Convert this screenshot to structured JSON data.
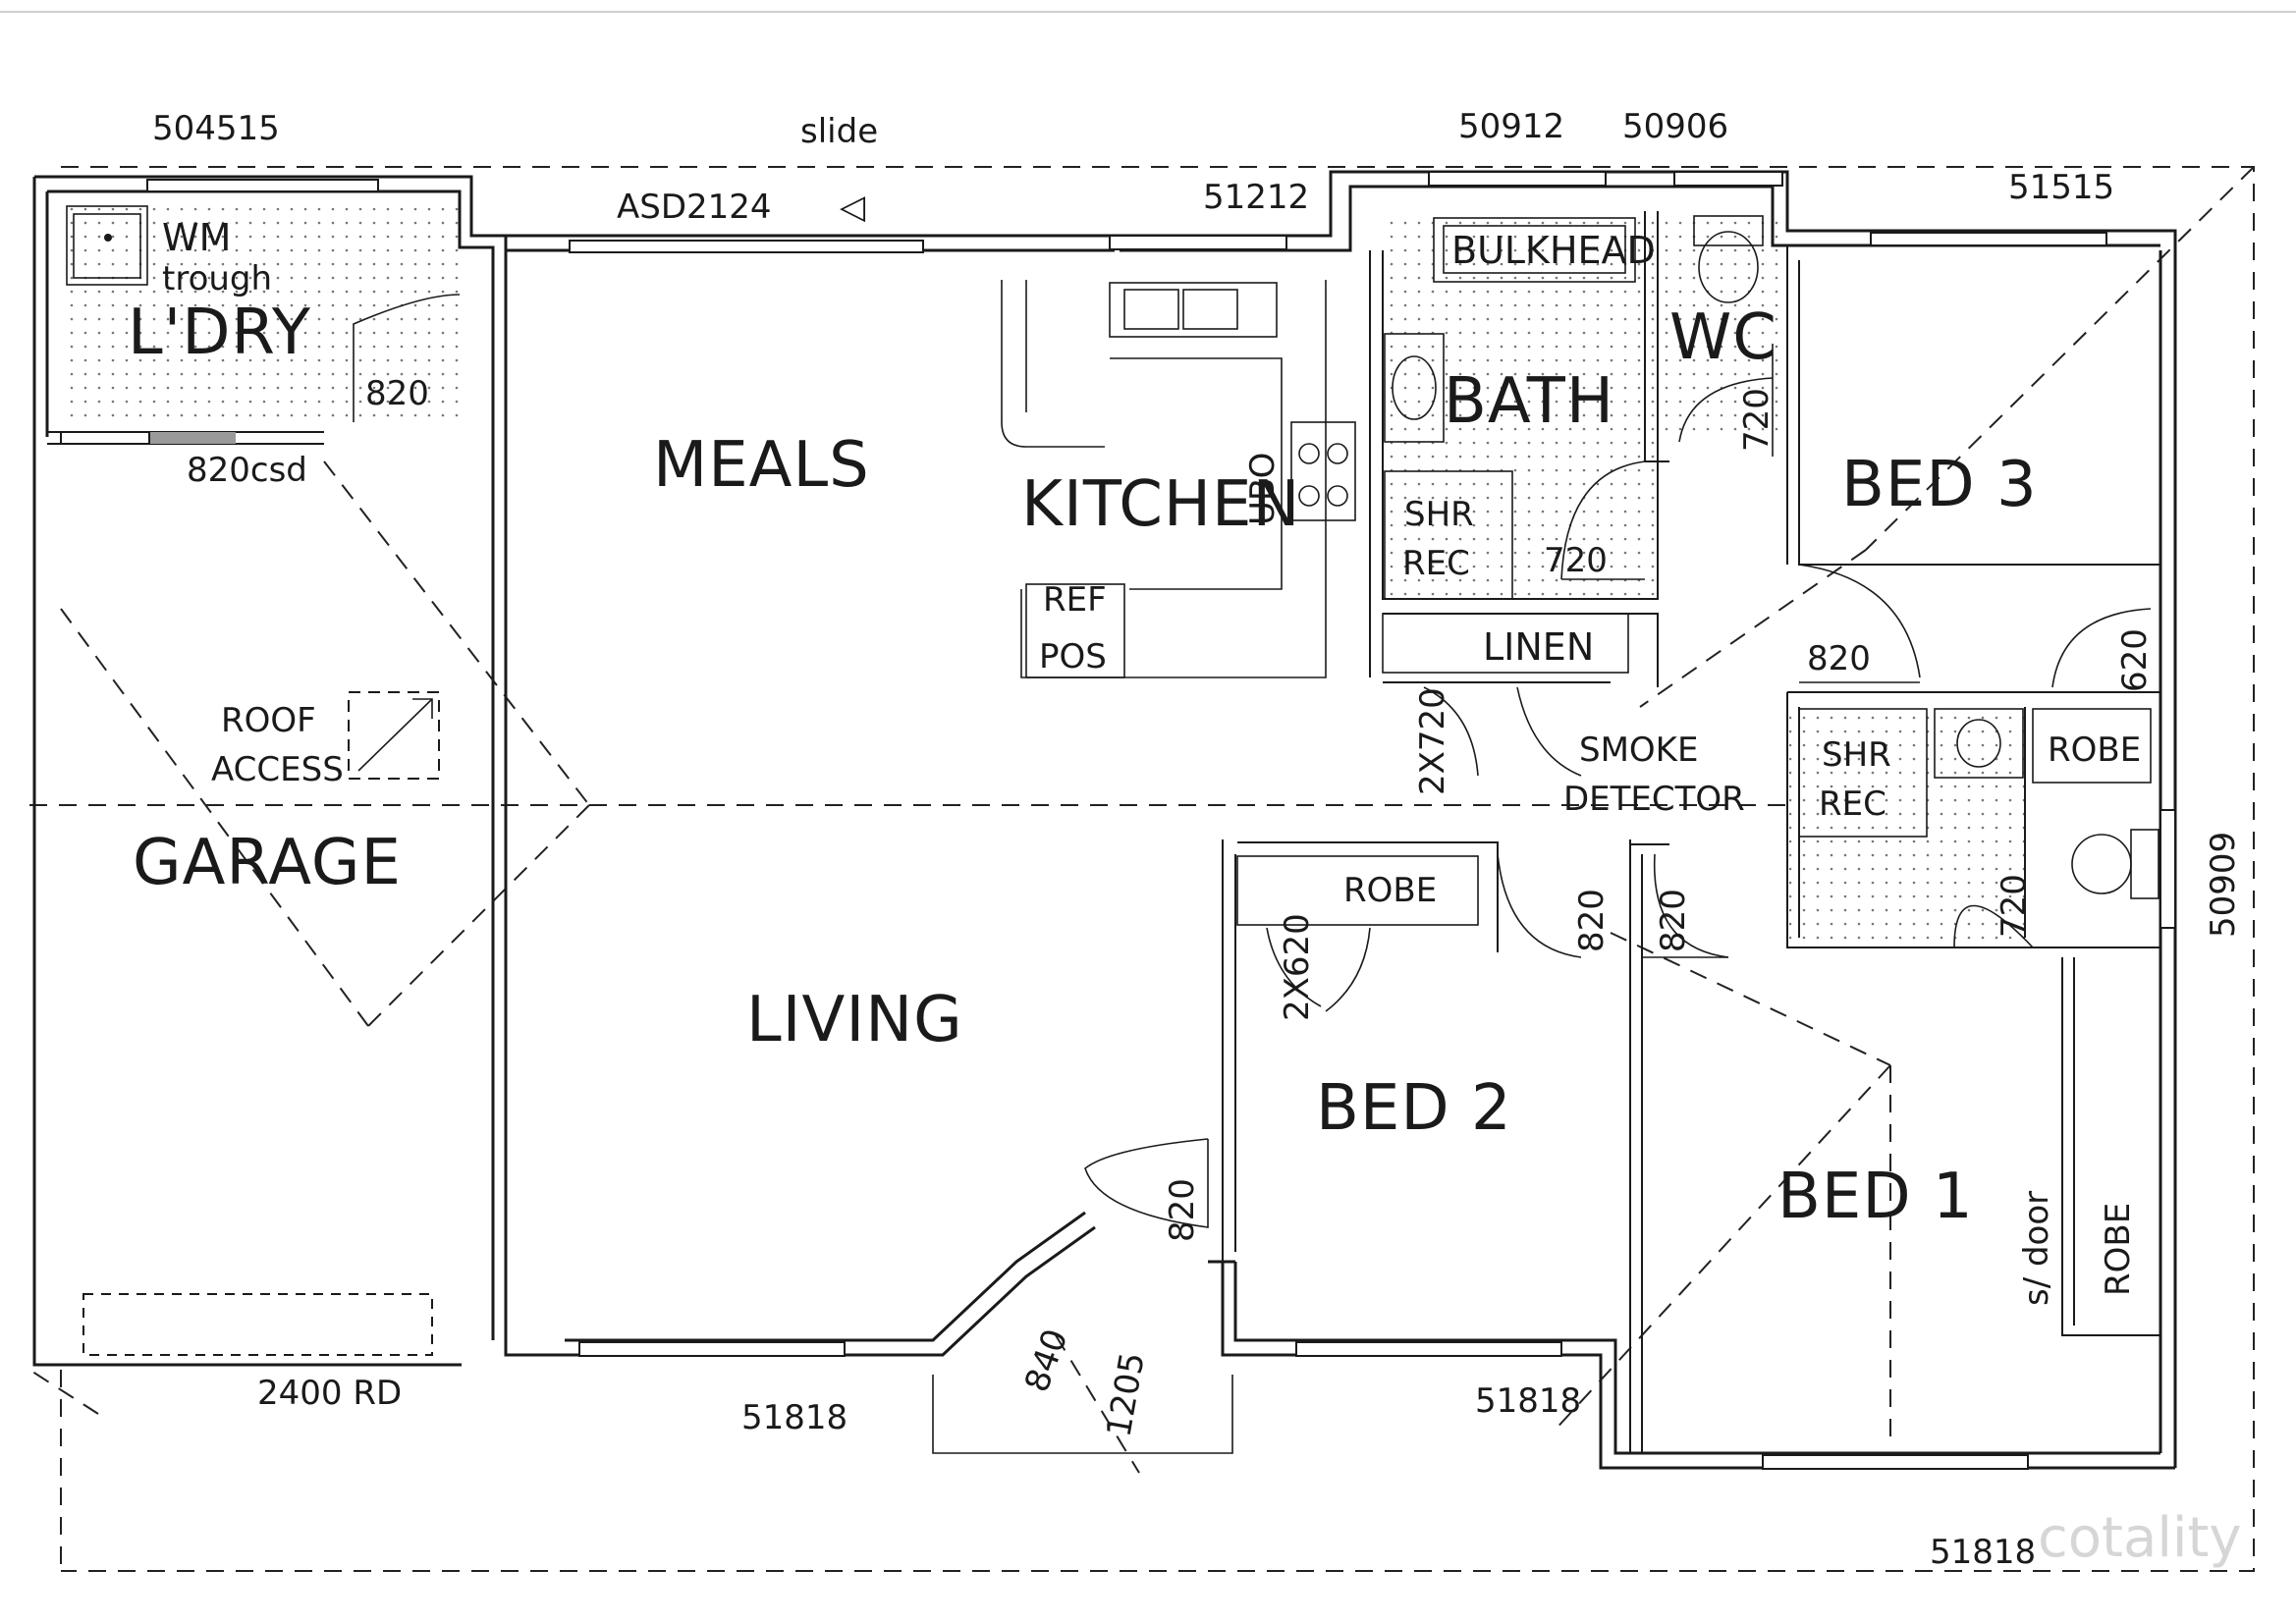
{
  "rooms": {
    "laundry": "L'DRY",
    "meals": "MEALS",
    "kitchen": "KITCHEN",
    "bath": "BATH",
    "wc": "WC",
    "bed3": "BED 3",
    "garage": "GARAGE",
    "living": "LIVING",
    "bed2": "BED 2",
    "bed1": "BED 1"
  },
  "labels": {
    "wm": "WM",
    "trough": "trough",
    "bulkhead": "BULKHEAD",
    "ubo": "UBO",
    "ref": "REF",
    "pos": "POS",
    "shr_rec": [
      "SHR",
      "REC"
    ],
    "linen": "LINEN",
    "robe": "ROBE",
    "roof_access": [
      "ROOF",
      "ACCESS"
    ],
    "smoke_detector": [
      "SMOKE",
      "DETECTOR"
    ],
    "sliding_door": "s/ door",
    "slide": "slide",
    "watermark": "cotality"
  },
  "window_codes": {
    "laundry": "504515",
    "sliding_door": "ASD2124",
    "kitchen": "51212",
    "bath_1": "50912",
    "bath_2": "50906",
    "bed3": "51515",
    "ensuite": "50909",
    "living": "51818",
    "bed2": "51818",
    "bed1": "51818"
  },
  "door_sizes": {
    "laundry": "820",
    "laundry_garage": "820csd",
    "wc": "720",
    "bath": "720",
    "bed3": "820",
    "robe_bed3": "620",
    "linen": "2X720",
    "ensuite": "720",
    "bed2": "820",
    "bed1": "820",
    "robe_bed2": "2X620",
    "entry": "820",
    "garage_door": "2400 RD",
    "porch_1": "840",
    "porch_2": "1205"
  }
}
